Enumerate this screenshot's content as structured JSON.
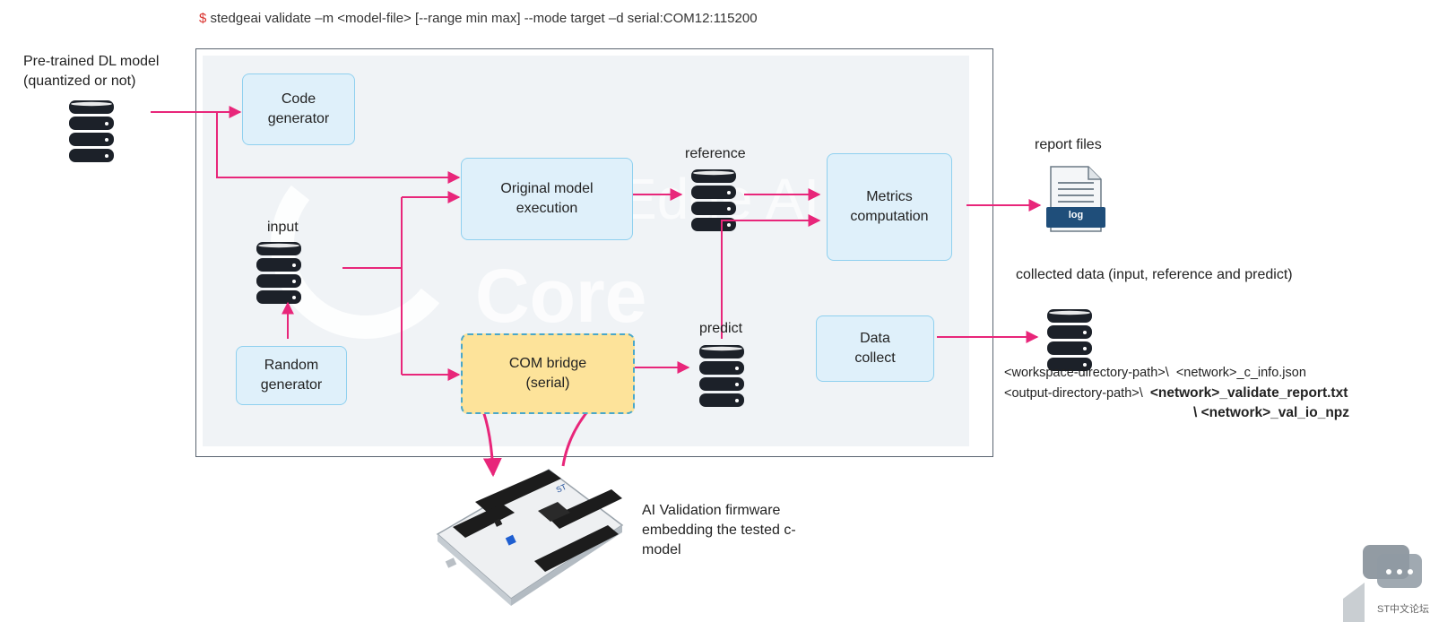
{
  "command": {
    "prompt": "$",
    "text": " stedgeai validate –m <model-file> [--range min max] --mode target –d serial:COM12:115200"
  },
  "inputs": {
    "pretrained_line1": "Pre-trained DL model",
    "pretrained_line2": "(quantized or not)"
  },
  "boxes": {
    "code_generator": "Code generator",
    "original_model": "Original model execution",
    "metrics": "Metrics computation",
    "random_generator": "Random generator",
    "com_bridge_line1": "COM bridge",
    "com_bridge_line2": "(serial)",
    "data_collect": "Data collect"
  },
  "labels": {
    "input": "input",
    "reference": "reference",
    "predict": "predict",
    "report_files": "report files",
    "log_badge": "log",
    "collected_data": "collected data (input, reference and predict)"
  },
  "paths": {
    "workspace_prefix": "<workspace-directory-path>\\  ",
    "workspace_file": "<network>_c_info.json",
    "output_prefix": "<output-directory-path>\\  ",
    "output_file1": "<network>_validate_report.txt",
    "output_file2": "\\ <network>_val_io_npz"
  },
  "firmware": {
    "text": "AI Validation firmware embedding the tested c-model"
  },
  "watermark": {
    "line1": "Edge AI",
    "line2": "Core",
    "forum": "ST中文论坛"
  },
  "colors": {
    "arrow": "#e8267a",
    "box_fill": "#dff0fa",
    "box_border": "#8fd0ef",
    "bridge_fill": "#fde39a",
    "bridge_border": "#4aa7c9",
    "db_dark": "#1c2129",
    "frame_bg": "#f0f3f6"
  }
}
